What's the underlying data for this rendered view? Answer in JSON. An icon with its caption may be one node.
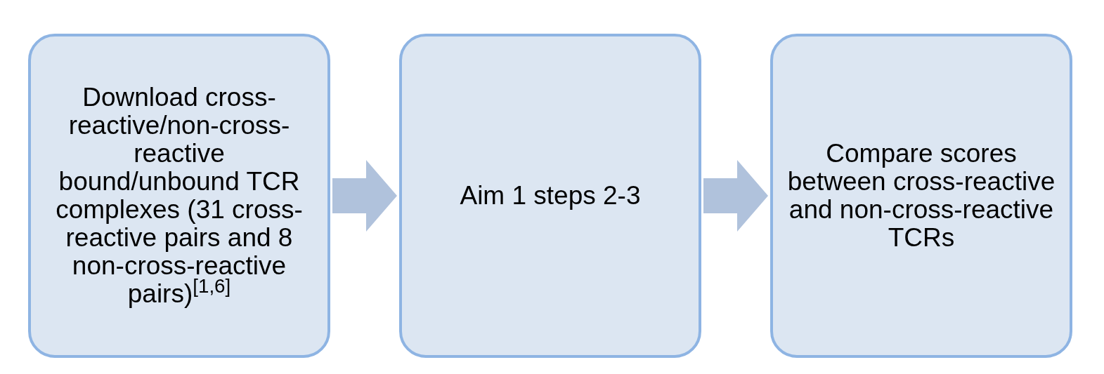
{
  "diagram": {
    "nodes": [
      {
        "text": [
          "Download cross-reactive/non-cross-reactive bound/unbound TCR complexes (31 cross-reactive pairs and 8 non-cross-reactive pairs)$^{[1,6]}$"
        ]
      },
      {
        "text": [
          "Aim 1 steps 2-3"
        ]
      },
      {
        "text": [
          "Compare scores between cross-reactive and non-cross-reactive TCRs"
        ]
      }
    ],
    "edges": [
      {
        "from": 0,
        "to": 1,
        "arrow": "to"
      },
      {
        "from": 1,
        "to": 2,
        "arrow": "to"
      }
    ]
  }
}
